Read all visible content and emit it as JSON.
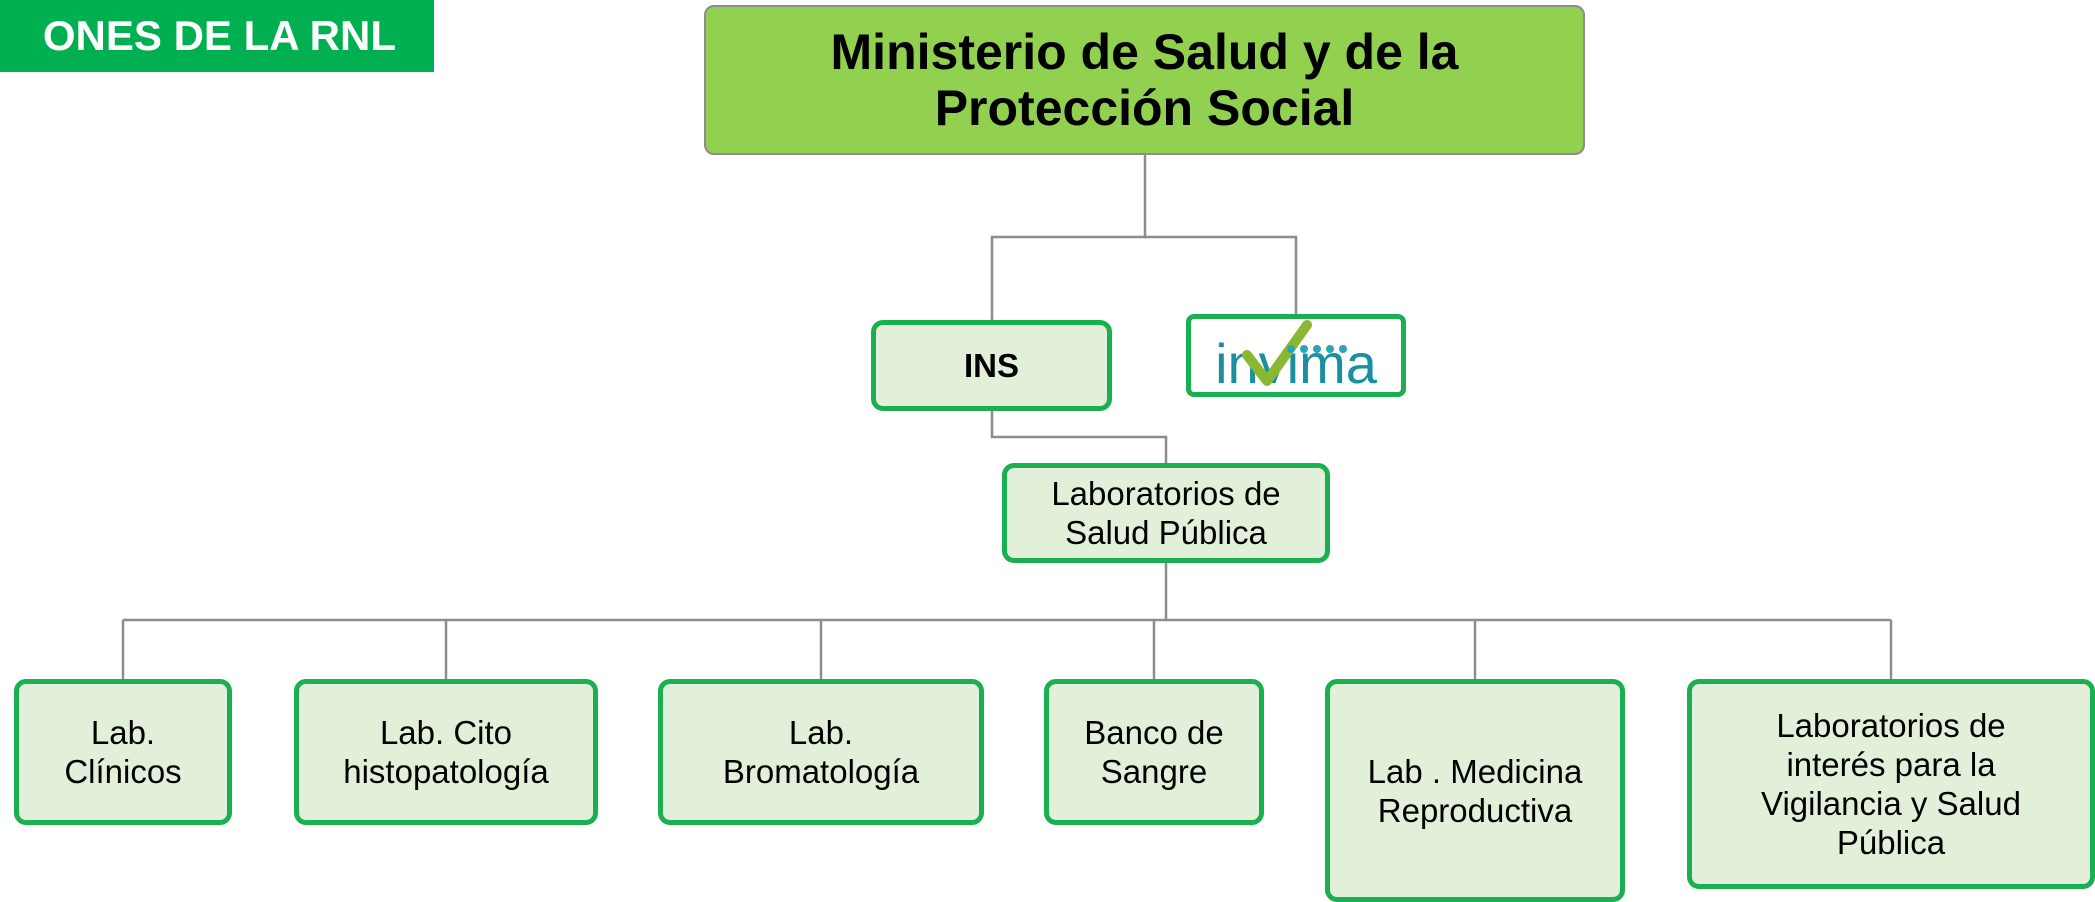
{
  "banner": {
    "label": "ONES DE LA RNL"
  },
  "diagram": {
    "root": {
      "label": "Ministerio de Salud y de la\nProtección Social"
    },
    "agencies": {
      "ins": {
        "label": "INS"
      },
      "invima": {
        "logo_text": "invima"
      }
    },
    "public_health_labs": {
      "label": "Laboratorios de\nSalud Pública"
    },
    "lab_types": [
      {
        "label": "Lab.\nClínicos"
      },
      {
        "label": "Lab. Cito\nhistopatología"
      },
      {
        "label": "Lab.\nBromatología"
      },
      {
        "label": "Banco de\nSangre"
      },
      {
        "label": "Lab . Medicina\nReproductiva"
      },
      {
        "label": "Laboratorios de\ninterés para la\nVigilancia y Salud\nPública"
      }
    ]
  },
  "colors": {
    "banner": "#00b050",
    "root_fill": "#92d050",
    "box_fill": "#e2efd9",
    "box_border": "#1aaf50",
    "connector": "#8c8c8c",
    "logo_teal": "#1a8fa0",
    "logo_green": "#8ab833"
  }
}
